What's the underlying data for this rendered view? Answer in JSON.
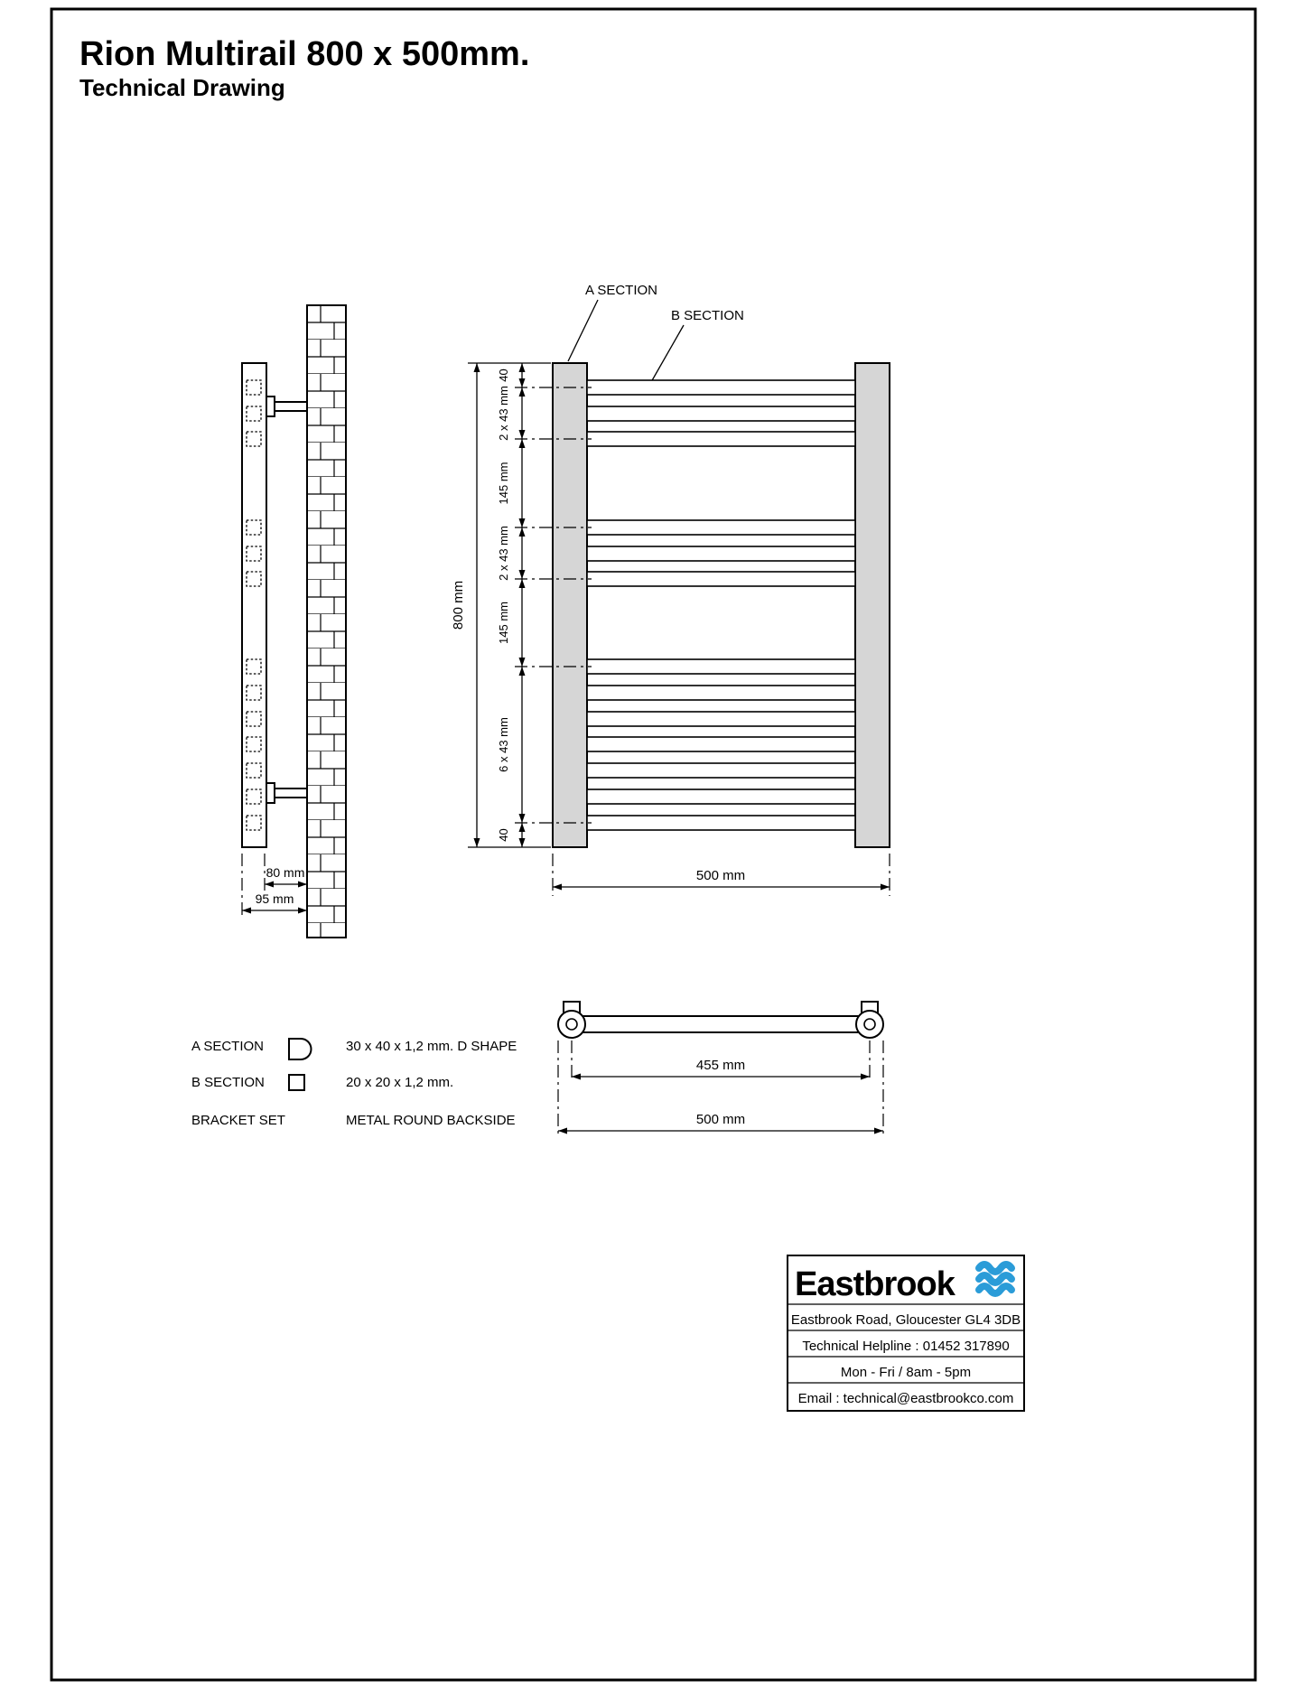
{
  "page": {
    "title": "Rion Multirail 800 x 500mm.",
    "subtitle": "Technical Drawing"
  },
  "front_view": {
    "section_a": "A  SECTION",
    "section_b": "B  SECTION",
    "height": "800 mm",
    "width": "500 mm",
    "segments": [
      "40",
      "2 x 43 mm",
      "145 mm",
      "2 x 43 mm",
      "145 mm",
      "6 x 43 mm",
      "40"
    ]
  },
  "side_view": {
    "depth_inner": "80 mm",
    "depth_outer": "95 mm"
  },
  "top_view": {
    "bracket_centres": "455 mm",
    "overall": "500 mm"
  },
  "legend": {
    "a_label": "A   SECTION",
    "a_value": "30 x 40 x 1,2 mm. D  SHAPE",
    "b_label": "B   SECTION",
    "b_value": "20 x 20 x 1,2 mm.",
    "bracket_label": "BRACKET SET",
    "bracket_value": "METAL ROUND BACKSIDE"
  },
  "footer": {
    "brand": "Eastbrook",
    "address": "Eastbrook Road, Gloucester GL4 3DB",
    "helpline": "Technical Helpline : 01452 317890",
    "hours": "Mon - Fri / 8am - 5pm",
    "email": "Email : technical@eastbrookco.com"
  },
  "colors": {
    "rail_gray": "#d6d6d6",
    "brand_blue": "#2b9cd8",
    "line": "#000000"
  }
}
